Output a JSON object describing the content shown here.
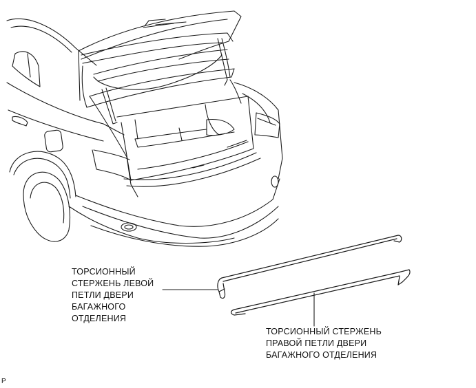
{
  "callouts": {
    "left_torsion_bar": {
      "lines": [
        "ТОРСИОННЫЙ",
        "СТЕРЖЕНЬ ЛЕВОЙ",
        "ПЕТЛИ ДВЕРИ",
        "БАГАЖНОГО",
        "ОТДЕЛЕНИЯ"
      ]
    },
    "right_torsion_bar": {
      "lines": [
        "ТОРСИОННЫЙ СТЕРЖЕНЬ",
        "ПРАВОЙ ПЕТЛИ ДВЕРИ",
        "БАГАЖНОГО ОТДЕЛЕНИЯ"
      ]
    }
  },
  "figure_code": "P",
  "colors": {
    "line": "#1a1a1a",
    "background": "#ffffff"
  }
}
